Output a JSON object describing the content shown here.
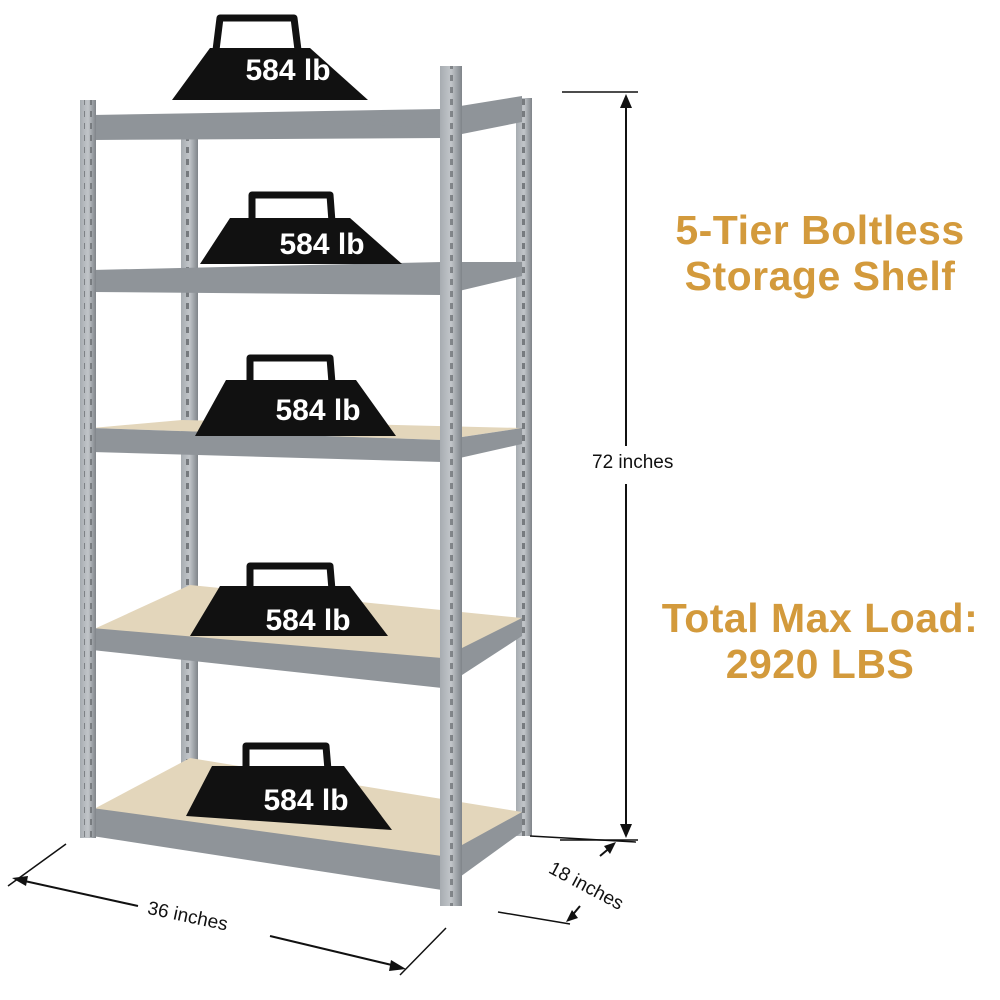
{
  "title": {
    "line1": "5-Tier Boltless",
    "line2": "Storage Shelf"
  },
  "load": {
    "line1": "Total Max Load:",
    "line2": "2920 LBS"
  },
  "shelves": [
    {
      "weight_label": "584 lb"
    },
    {
      "weight_label": "584 lb"
    },
    {
      "weight_label": "584 lb"
    },
    {
      "weight_label": "584 lb"
    },
    {
      "weight_label": "584 lb"
    }
  ],
  "dimensions": {
    "height": "72 inches",
    "width": "36 inches",
    "depth": "18 inches"
  },
  "colors": {
    "accent": "#d39a3c",
    "frame": "#8f9499",
    "board": "#e3d6bb",
    "weight": "#111111"
  }
}
